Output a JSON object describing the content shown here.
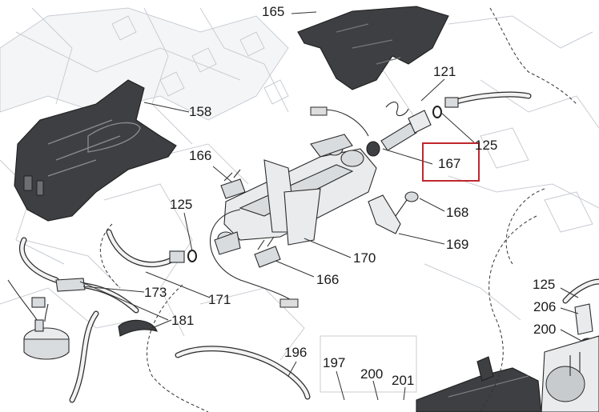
{
  "callouts": {
    "c165": "165",
    "c121": "121",
    "c158": "158",
    "c125a": "125",
    "c167": "167",
    "c166a": "166",
    "c125b": "125",
    "c168": "168",
    "c169": "169",
    "c170": "170",
    "c166b": "166",
    "c173": "173",
    "c171": "171",
    "c181": "181",
    "c125c": "125",
    "c206": "206",
    "c200a": "200",
    "c196": "196",
    "c197": "197",
    "c200b": "200",
    "c201": "201"
  },
  "highlight": {
    "target": "167",
    "color": "#c0272d"
  },
  "colors": {
    "line": "#2b2b2b",
    "ghost": "#c9cdd3",
    "part_dark": "#3d3f42",
    "part_light": "#d9dcdf"
  }
}
